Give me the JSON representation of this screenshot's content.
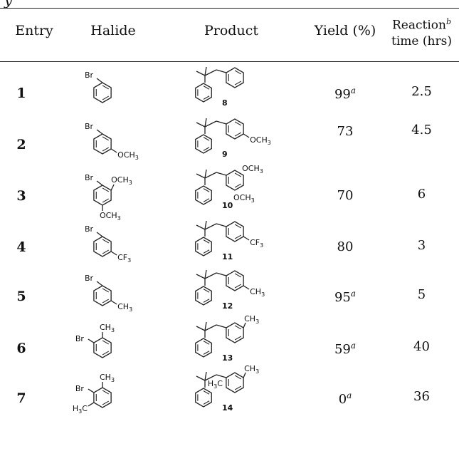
{
  "fragment_text": "y",
  "headers": {
    "entry": "Entry",
    "halide": "Halide",
    "product": "Product",
    "yield": "Yield (%)",
    "time_line1": "Reaction",
    "time_sup": "b",
    "time_line2": "time (hrs)"
  },
  "rows": [
    {
      "entry": "1",
      "yield": "99",
      "yield_sup": "a",
      "time": "2.5",
      "product_no": "8",
      "halide": {
        "br": "Br",
        "sub": []
      },
      "product": {
        "sub": []
      }
    },
    {
      "entry": "2",
      "yield": "73",
      "yield_sup": "",
      "time": "4.5",
      "product_no": "9",
      "halide": {
        "br": "Br",
        "sub": [
          {
            "label": "OCH3",
            "main": "OCH",
            "subscript": "3"
          }
        ]
      },
      "product": {
        "sub": [
          {
            "label": "OCH3",
            "main": "OCH",
            "subscript": "3"
          }
        ]
      }
    },
    {
      "entry": "3",
      "yield": "70",
      "yield_sup": "",
      "time": "6",
      "product_no": "10",
      "halide": {
        "br": "Br",
        "sub": [
          {
            "label": "OCH3",
            "main": "OCH",
            "subscript": "3"
          },
          {
            "label": "OCH3",
            "main": "OCH",
            "subscript": "3"
          }
        ]
      },
      "product": {
        "sub": [
          {
            "label": "OCH3",
            "main": "OCH",
            "subscript": "3"
          },
          {
            "label": "OCH3",
            "main": "OCH",
            "subscript": "3"
          }
        ]
      }
    },
    {
      "entry": "4",
      "yield": "80",
      "yield_sup": "",
      "time": "3",
      "product_no": "11",
      "halide": {
        "br": "Br",
        "sub": [
          {
            "label": "CF3",
            "main": "CF",
            "subscript": "3"
          }
        ]
      },
      "product": {
        "sub": [
          {
            "label": "CF3",
            "main": "CF",
            "subscript": "3"
          }
        ]
      }
    },
    {
      "entry": "5",
      "yield": "95",
      "yield_sup": "a",
      "time": "5",
      "product_no": "12",
      "halide": {
        "br": "Br",
        "sub": [
          {
            "label": "CH3",
            "main": "CH",
            "subscript": "3"
          }
        ]
      },
      "product": {
        "sub": [
          {
            "label": "CH3",
            "main": "CH",
            "subscript": "3"
          }
        ]
      }
    },
    {
      "entry": "6",
      "yield": "59",
      "yield_sup": "a",
      "time": "40",
      "product_no": "13",
      "halide": {
        "br": "Br",
        "sub": [
          {
            "label": "CH3",
            "main": "CH",
            "subscript": "3"
          }
        ]
      },
      "product": {
        "sub": [
          {
            "label": "CH3",
            "main": "CH",
            "subscript": "3"
          }
        ]
      }
    },
    {
      "entry": "7",
      "yield": "0",
      "yield_sup": "a",
      "time": "36",
      "product_no": "14",
      "halide": {
        "br": "Br",
        "sub": [
          {
            "label": "CH3",
            "main": "CH",
            "subscript": "3"
          },
          {
            "label": "H3C",
            "main": "C",
            "subscript": "3",
            "prefix": "H"
          }
        ]
      },
      "product": {
        "sub": [
          {
            "label": "CH3",
            "main": "CH",
            "subscript": "3"
          },
          {
            "label": "H3C",
            "main": "C",
            "subscript": "3",
            "prefix": "H"
          }
        ]
      }
    }
  ]
}
